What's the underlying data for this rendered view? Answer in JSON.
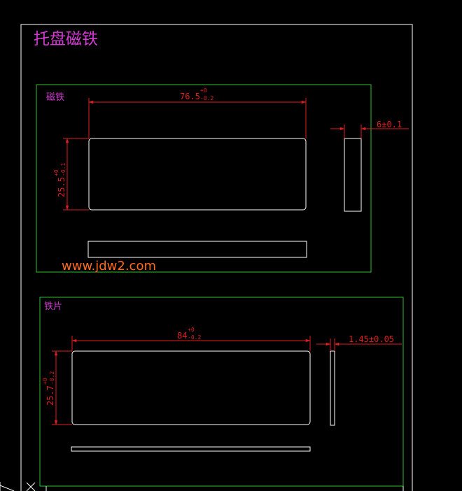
{
  "drawing": {
    "title": "托盘磁铁",
    "watermark": "www.jdw2.com",
    "magnet": {
      "label": "磁铁",
      "length": {
        "base": "76.5",
        "upper": "+0",
        "lower": "-0.2"
      },
      "width": {
        "base": "25.5",
        "upper": "+0",
        "lower": "-0.1"
      },
      "thickness": "6±0.1"
    },
    "iron_sheet": {
      "label": "铁片",
      "length": {
        "base": "84",
        "upper": "+0",
        "lower": "-0.2"
      },
      "width": {
        "base": "25.7",
        "upper": "+0",
        "lower": "-0.2"
      },
      "thickness": "1.45±0.05"
    }
  },
  "colors": {
    "background": "#000000",
    "outline": "#ffffff",
    "frame": "#2fbf2f",
    "dimension": "#e01e1e",
    "label": "#d23cd2",
    "watermark": "#ff6a1a"
  }
}
